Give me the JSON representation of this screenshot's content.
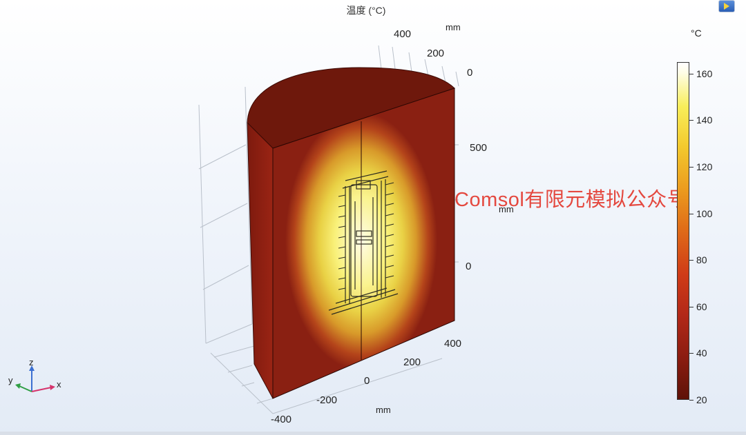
{
  "plot": {
    "title": "温度 (°C)"
  },
  "axes": {
    "x_unit": "mm",
    "x_ticks": [
      "-400",
      "-200",
      "0",
      "200",
      "400"
    ],
    "y_unit": "mm",
    "y_ticks": [
      "400",
      "200",
      "0"
    ],
    "z_unit": "mm",
    "z_ticks": [
      "500",
      "0"
    ]
  },
  "colorbar": {
    "unit": "°C",
    "ticks": [
      {
        "label": "160",
        "value": 160
      },
      {
        "label": "140",
        "value": 140
      },
      {
        "label": "120",
        "value": 120
      },
      {
        "label": "100",
        "value": 100
      },
      {
        "label": "80",
        "value": 80
      },
      {
        "label": "60",
        "value": 60
      },
      {
        "label": "40",
        "value": 40
      },
      {
        "label": "20",
        "value": 20
      }
    ],
    "min": 20,
    "max": 165
  },
  "triad": {
    "x_label": "x",
    "y_label": "y",
    "z_label": "z",
    "x_color": "#d6336c",
    "y_color": "#2f9e44",
    "z_color": "#3b6fd1"
  },
  "watermark": {
    "text": "Comsol有限元模拟公众号",
    "color": "#e4483f"
  },
  "icons": {
    "corner": "play-icon"
  }
}
